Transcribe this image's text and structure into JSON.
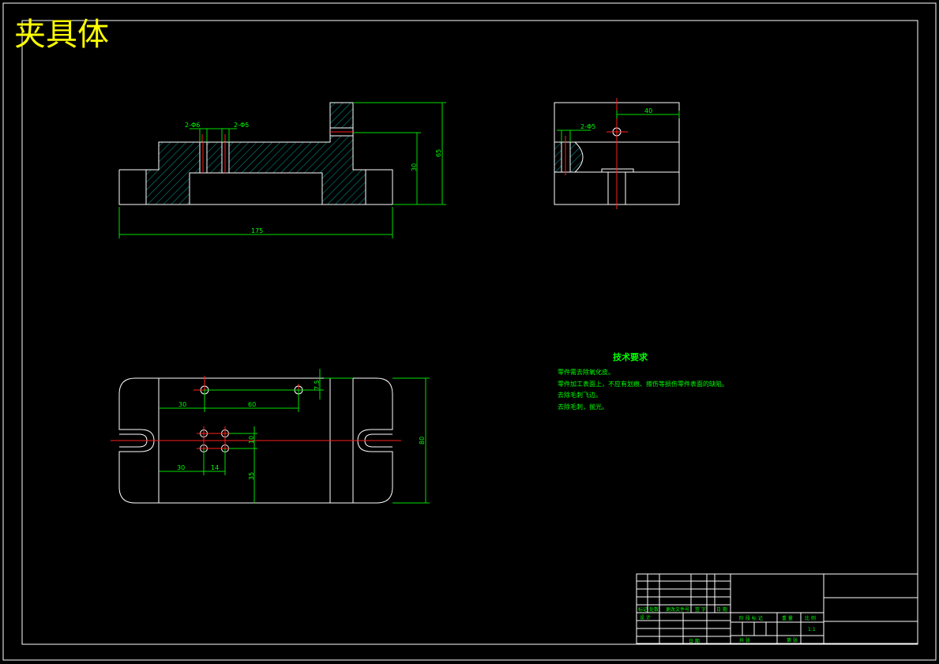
{
  "title": "夹具体",
  "front_view": {
    "dims": {
      "hole_left": "2-Φ6",
      "hole_right": "2-Φ5",
      "overall_length": "175",
      "height_inner": "30",
      "height_total": "65"
    }
  },
  "side_view": {
    "dims": {
      "offset": "40",
      "hole": "2-Φ5"
    }
  },
  "top_view": {
    "dims": {
      "d30a": "30",
      "d60": "60",
      "d7_5": "7.5",
      "d30b": "30",
      "d14": "14",
      "d10": "10",
      "d35": "35",
      "d80": "80"
    }
  },
  "notes": {
    "heading": "技术要求",
    "lines": [
      "零件需去除氧化皮。",
      "零件加工表面上，不应有划痕、擦伤等损伤零件表面的缺陷。",
      "去除毛刺飞边。",
      "去除毛刺，抛光。"
    ]
  },
  "title_block": {
    "labels": {
      "mark": "标记",
      "count": "处数",
      "zone": "更改文件号",
      "sign": "签 字",
      "date": "日 期",
      "design": "设 计",
      "stage": "阶 段 标 记",
      "weight": "重 量",
      "scale": "比 例",
      "scale_value": "1:1",
      "audit": "日 期",
      "sheets": "共 张",
      "sheet": "第 张"
    }
  },
  "colors": {
    "outline": "#ffffff",
    "dimension": "#00ff00",
    "centerline": "#ff2020",
    "title": "#ffff00",
    "background": "#000000"
  }
}
